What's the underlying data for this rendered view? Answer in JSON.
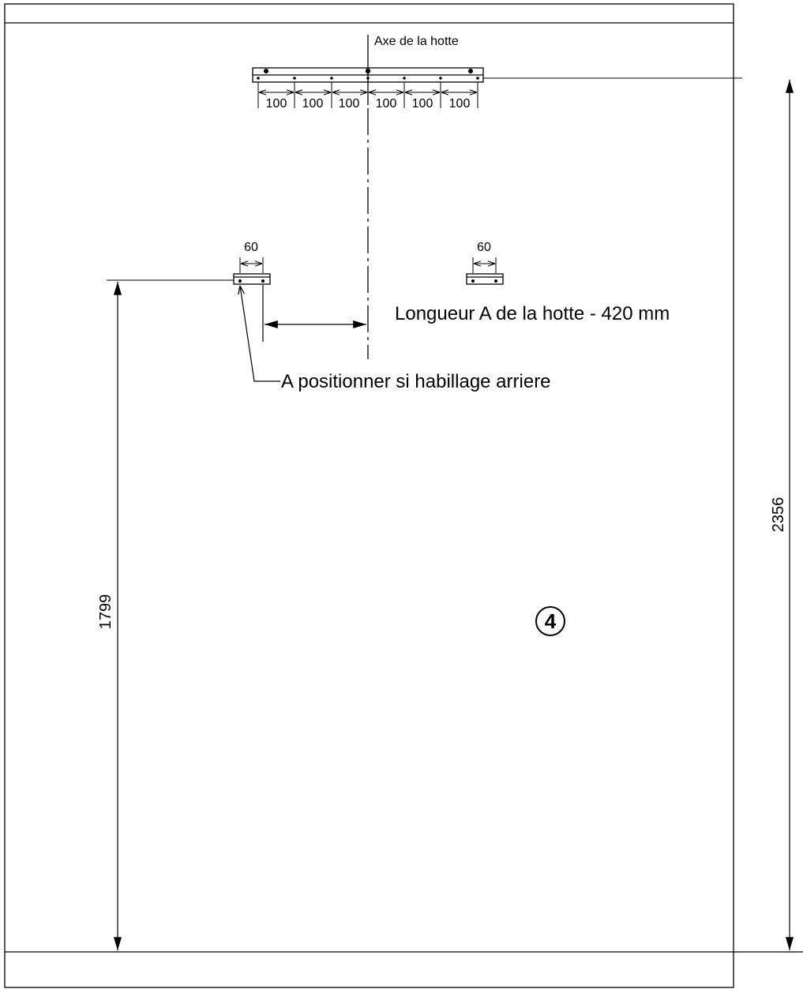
{
  "drawing": {
    "axis_label": "Axe de la hotte",
    "spacing_labels": [
      "100",
      "100",
      "100",
      "100",
      "100",
      "100"
    ],
    "bracket_width_left": "60",
    "bracket_width_right": "60",
    "length_note": "Longueur A de la hotte - 420 mm",
    "position_note": "A positionner si habillage arriere",
    "height_left": "1799",
    "height_right": "2356",
    "figure_number": "4"
  }
}
